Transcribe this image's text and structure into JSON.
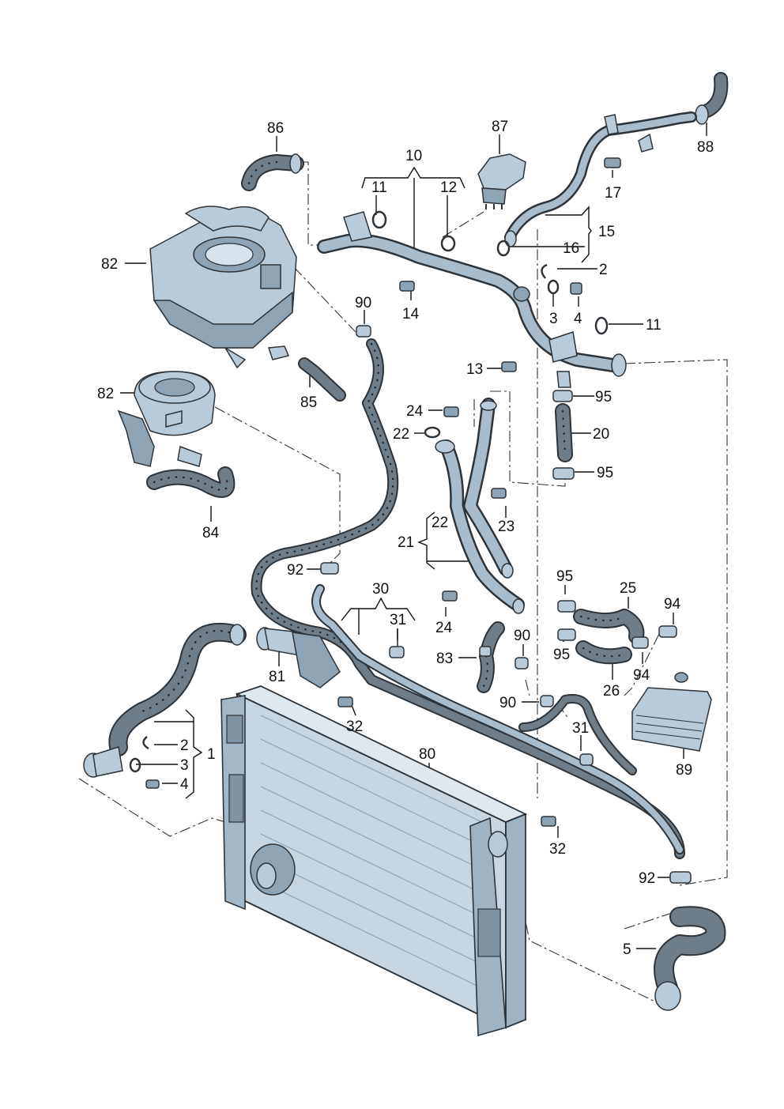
{
  "diagram": {
    "callouts": {
      "c1": "1",
      "c2a": "2",
      "c2b": "2",
      "c3a": "3",
      "c3b": "3",
      "c4a": "4",
      "c4b": "4",
      "c5": "5",
      "c10": "10",
      "c11a": "11",
      "c11b": "11",
      "c12": "12",
      "c13": "13",
      "c14": "14",
      "c15": "15",
      "c16": "16",
      "c17": "17",
      "c20": "20",
      "c21": "21",
      "c22a": "22",
      "c22b": "22",
      "c23": "23",
      "c24a": "24",
      "c24b": "24",
      "c25": "25",
      "c26": "26",
      "c30": "30",
      "c31a": "31",
      "c31b": "31",
      "c32a": "32",
      "c32b": "32",
      "c80": "80",
      "c81": "81",
      "c82a": "82",
      "c82b": "82",
      "c83": "83",
      "c84": "84",
      "c85": "85",
      "c86": "86",
      "c87": "87",
      "c88": "88",
      "c89": "89",
      "c90a": "90",
      "c90b": "90",
      "c90c": "90",
      "c92a": "92",
      "c92b": "92",
      "c94a": "94",
      "c94b": "94",
      "c95a": "95",
      "c95b": "95",
      "c95c": "95",
      "c95d": "95"
    },
    "colors": {
      "metal": "#b9cbd8",
      "rubber": "#6b7680",
      "outline": "#2e3338",
      "text": "#111111"
    }
  }
}
